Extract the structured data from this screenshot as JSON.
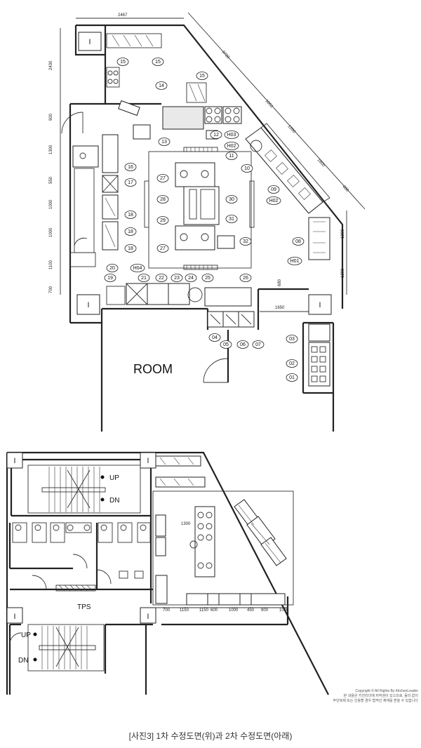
{
  "plan_top": {
    "room_label": "ROOM",
    "dims": {
      "top_width": "2467",
      "left_1": "2430",
      "left_2": "900",
      "left_3": "1300",
      "left_4": "550",
      "left_5": "1000",
      "left_6": "1000",
      "left_7": "1100",
      "left_8": "700",
      "diag_1": "3720",
      "diag_2": "1051",
      "diag_3": "1200",
      "diag_4": "1800",
      "diag_5": "600",
      "right_1": "1200",
      "right_2": "1200",
      "passage": "1650",
      "small": "680"
    },
    "tags": [
      "15",
      "15",
      "14",
      "15",
      "12",
      "H03",
      "13",
      "H02",
      "11",
      "10",
      "16",
      "17",
      "18",
      "18",
      "18",
      "27",
      "28",
      "29",
      "27",
      "30",
      "31",
      "32",
      "09",
      "H02",
      "08",
      "H01",
      "20",
      "H04",
      "19",
      "21",
      "22",
      "23",
      "24",
      "25",
      "26",
      "04",
      "05",
      "06",
      "07",
      "03",
      "02",
      "01"
    ]
  },
  "plan_bottom": {
    "up1": "UP",
    "dn1": "DN",
    "tps": "TPS",
    "up2": "UP",
    "dn2": "DN",
    "dims": [
      "700",
      "1150",
      "1150",
      "600",
      "1000",
      "450",
      "900",
      "1000",
      "1300"
    ]
  },
  "copyright": {
    "line1": "Copyright © All Rights By KitchenLeader",
    "line2": "본 내용은 키친리더에 저작권이 있으므로, 동의 없이",
    "line3": "무단복제 또는 인용할 경우 법적인 제재를 받을 수 있습니다"
  },
  "caption": "[사진3] 1차 수정도면(위)과 2차 수정도면(아래)"
}
